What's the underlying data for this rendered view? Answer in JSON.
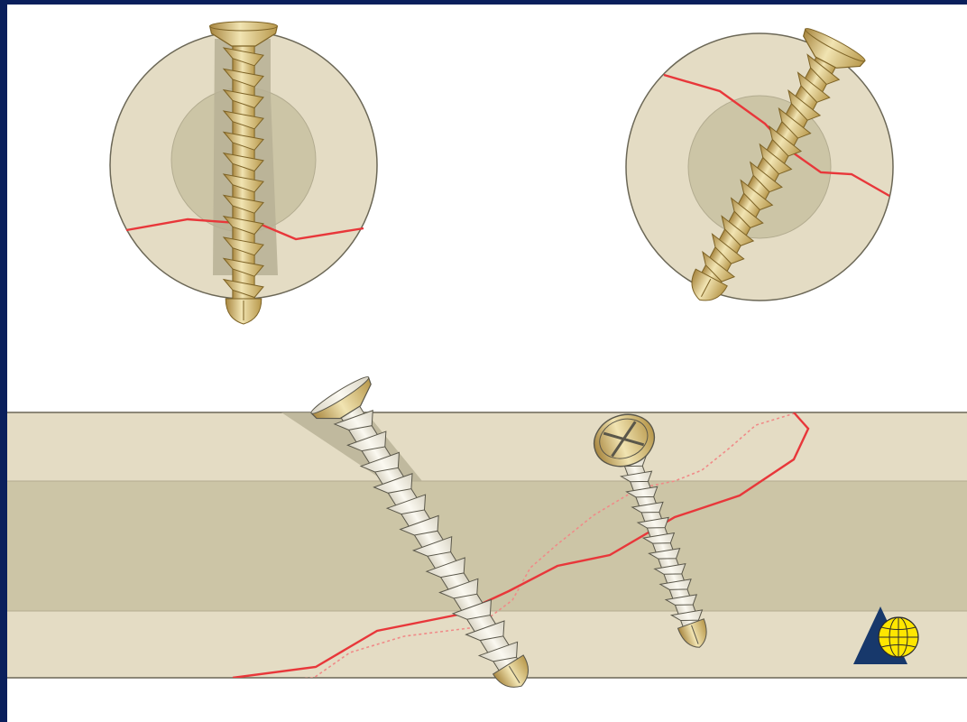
{
  "figure": {
    "colors": {
      "frame": "#0a1f5c",
      "background": "#ffffff",
      "cortex": "#e4dcc4",
      "medulla": "#ccc5a6",
      "outline": "#6b6756",
      "fracture": "#e8373a",
      "screw_gold": "#d7bf78",
      "screw_gold_dark": "#a8863f",
      "screw_gold_light": "#f1e4b2",
      "screw_ghost": "#f4f0e2",
      "logo_blue": "#17386b",
      "logo_yellow": "#ffe600"
    },
    "panels": [
      {
        "id": "cross-section-perpendicular",
        "screw": "cortex-screw",
        "fracture_line": true
      },
      {
        "id": "cross-section-oblique",
        "screw": "cortex-screw",
        "fracture_line": true
      },
      {
        "id": "longitudinal-section",
        "screws": [
          "lag-screw-oblique",
          "locking-head-screw"
        ],
        "fracture_line": true
      }
    ],
    "logo": {
      "icon": "globe-triangle-icon"
    }
  }
}
